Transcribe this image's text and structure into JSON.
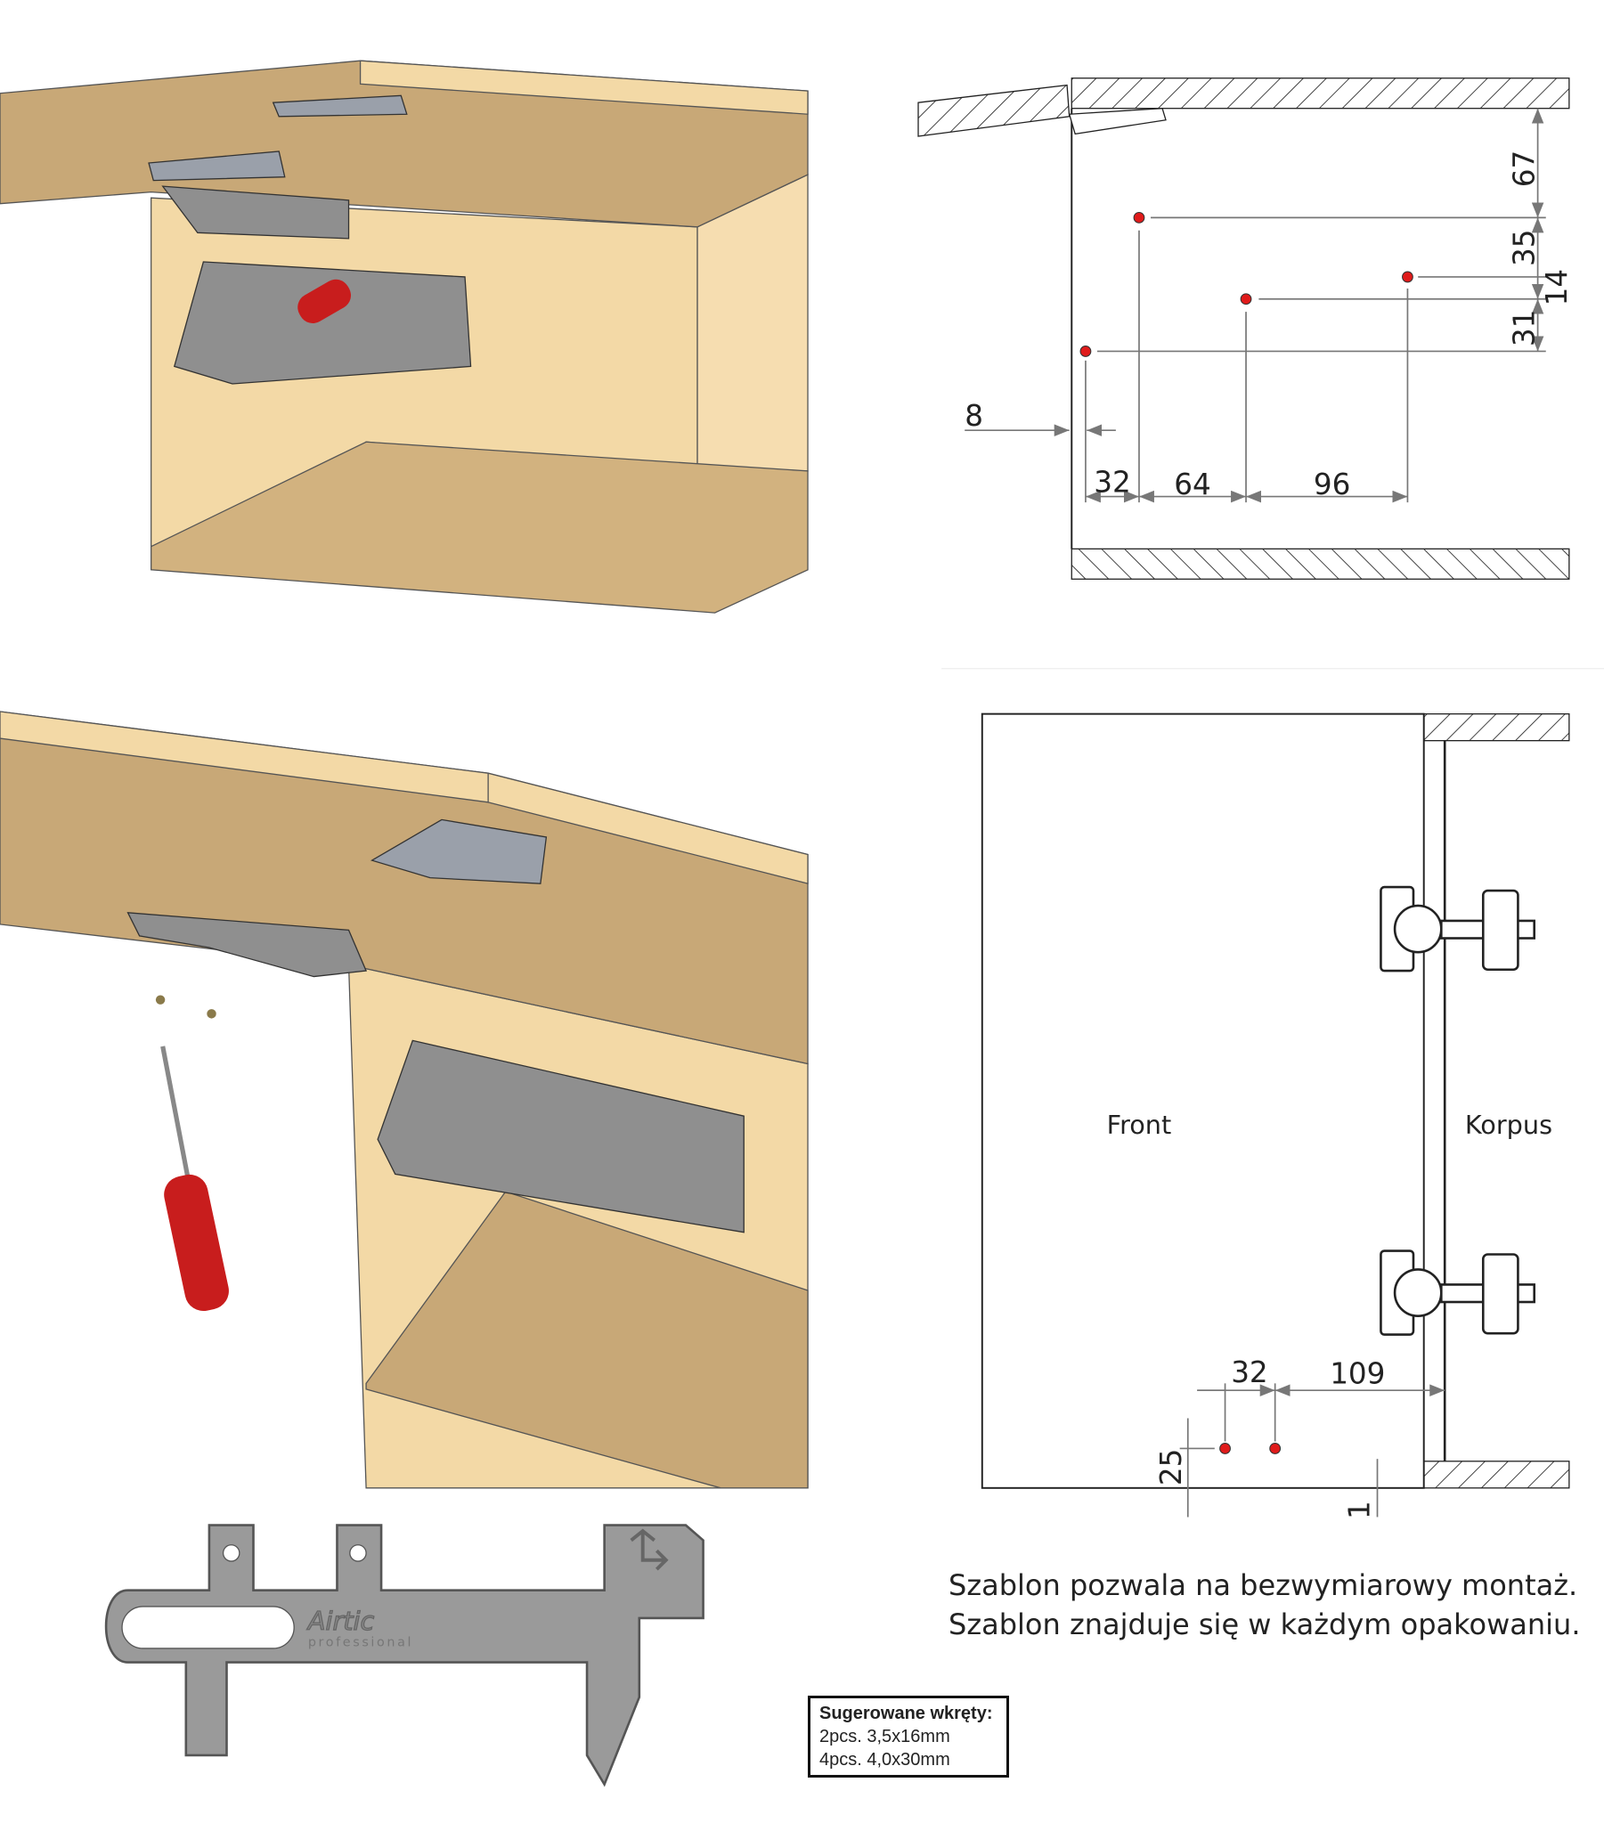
{
  "top_diagram": {
    "vertical_dims": [
      "67",
      "35",
      "14",
      "31"
    ],
    "offset_dim": "8",
    "horizontal_dims": [
      "32",
      "64",
      "96"
    ]
  },
  "bottom_diagram": {
    "front_label": "Front",
    "body_label": "Korpus",
    "dims": {
      "spacing": "32",
      "to_body": "109",
      "height": "25",
      "gap": "1"
    }
  },
  "template_logo": {
    "brand": "Airtic",
    "sub": "professional"
  },
  "caption": {
    "line1": "Szablon pozwala na bezwymiarowy montaż.",
    "line2": "Szablon znajduje się w każdym opakowaniu."
  },
  "screws": {
    "title": "Sugerowane wkręty:",
    "items": [
      "2pcs. 3,5x16mm",
      "4pcs. 4,0x30mm"
    ]
  },
  "colors": {
    "wood_light": "#f3d9a6",
    "wood_dark": "#c8a877",
    "dot": "#e01b1b",
    "metal": "#8f8f8f"
  }
}
